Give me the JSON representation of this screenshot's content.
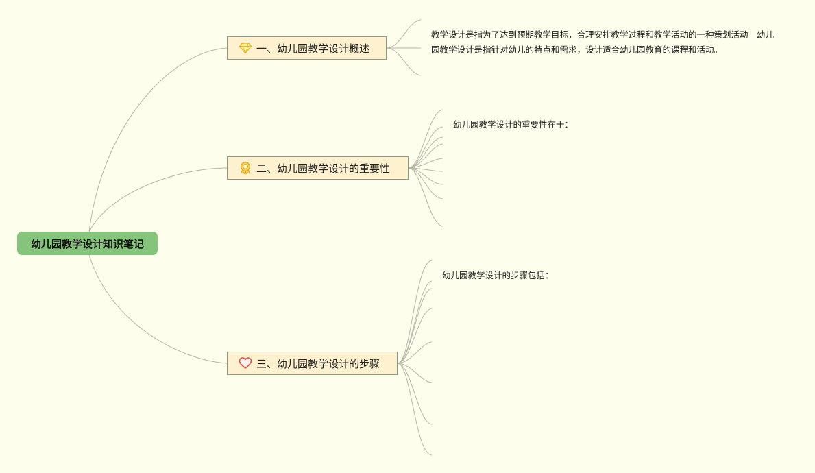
{
  "root": {
    "label": "幼儿园教学设计知识笔记"
  },
  "branches": [
    {
      "label": "一、幼儿园教学设计概述",
      "icon": "diamond-icon",
      "text": "教学设计是指为了达到预期教学目标，合理安排教学过程和教学活动的一种策划活动。幼儿园教学设计是指针对幼儿的特点和需求，设计适合幼儿园教育的课程和活动。"
    },
    {
      "label": "二、幼儿园教学设计的重要性",
      "icon": "award-ribbon-icon",
      "text": "幼儿园教学设计的重要性在于："
    },
    {
      "label": "三、幼儿园教学设计的步骤",
      "icon": "heart-icon",
      "text": "幼儿园教学设计的步骤包括："
    }
  ],
  "colors": {
    "background": "#fefeec",
    "root_fill": "#85c57b",
    "branch_fill": "#fdf1cf",
    "branch_border": "#8e9a86",
    "connector": "#b5b5a6",
    "diamond_icon": "#f2c230",
    "award_icon": "#e8b420",
    "heart_icon": "#d94a3a"
  }
}
